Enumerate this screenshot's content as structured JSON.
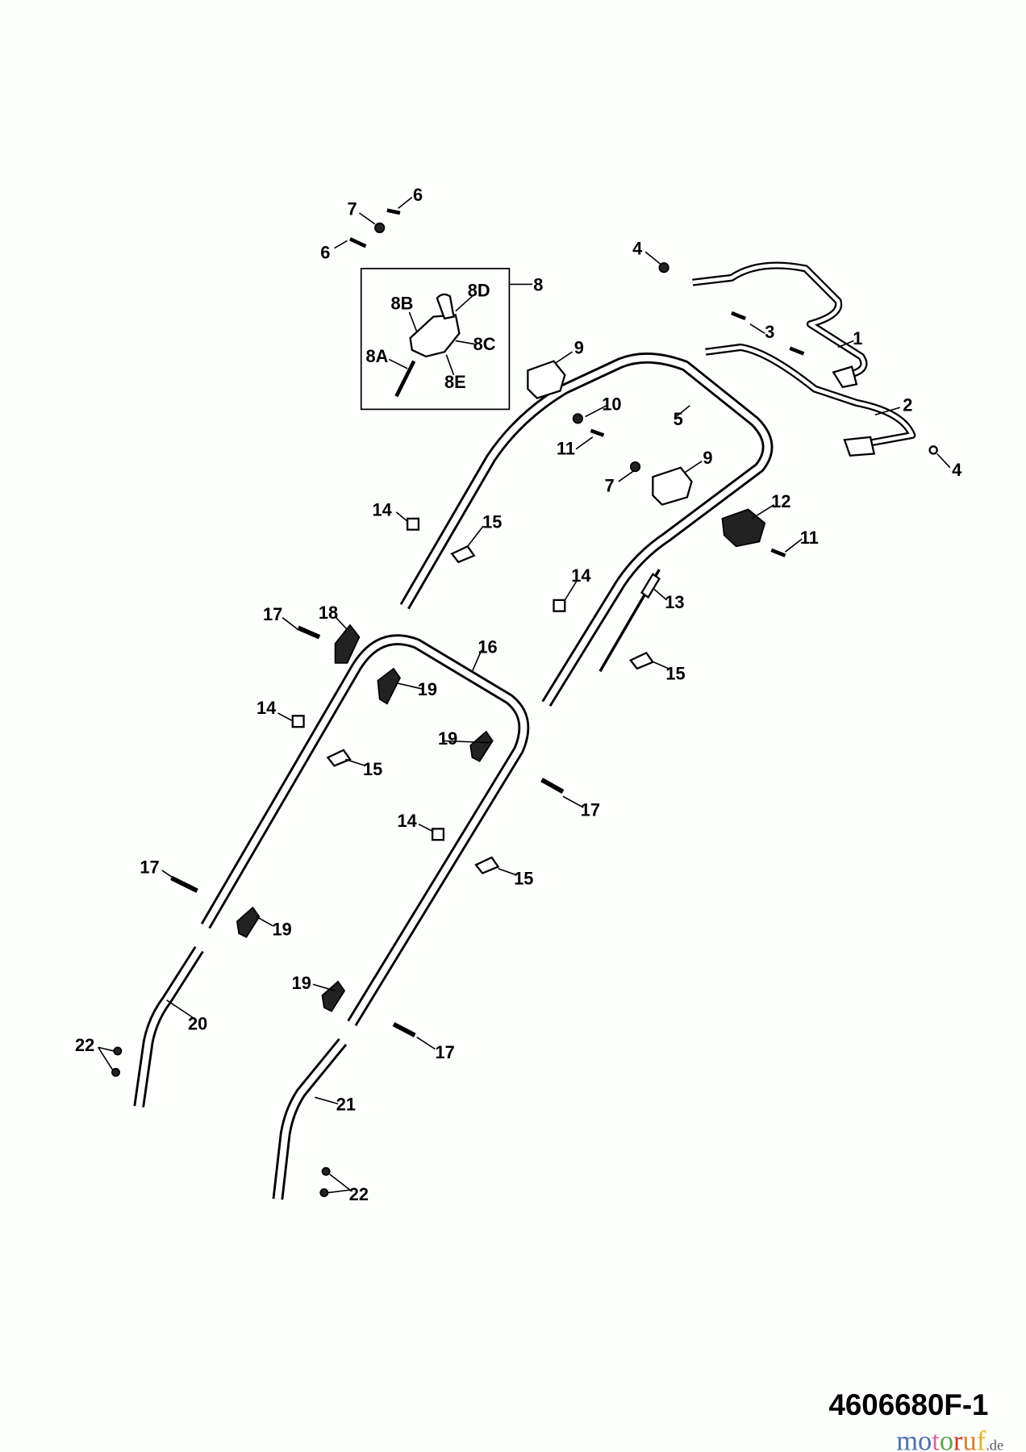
{
  "diagram_code": "4606680F-1",
  "watermark": {
    "text": "motoruf",
    "suffix": ".de",
    "colors": [
      "#4a6fb5",
      "#e0629e",
      "#5aa84a",
      "#e07a2a",
      "#d9342b",
      "#e8b51e"
    ]
  },
  "labels": [
    "6",
    "7",
    "6",
    "4",
    "8",
    "8D",
    "8B",
    "1",
    "3",
    "8C",
    "9",
    "8A",
    "8E",
    "10",
    "2",
    "5",
    "9",
    "11",
    "7",
    "4",
    "12",
    "14",
    "15",
    "11",
    "14",
    "13",
    "17",
    "18",
    "16",
    "15",
    "19",
    "14",
    "19",
    "15",
    "17",
    "14",
    "15",
    "17",
    "19",
    "19",
    "20",
    "22",
    "17",
    "21",
    "22"
  ]
}
